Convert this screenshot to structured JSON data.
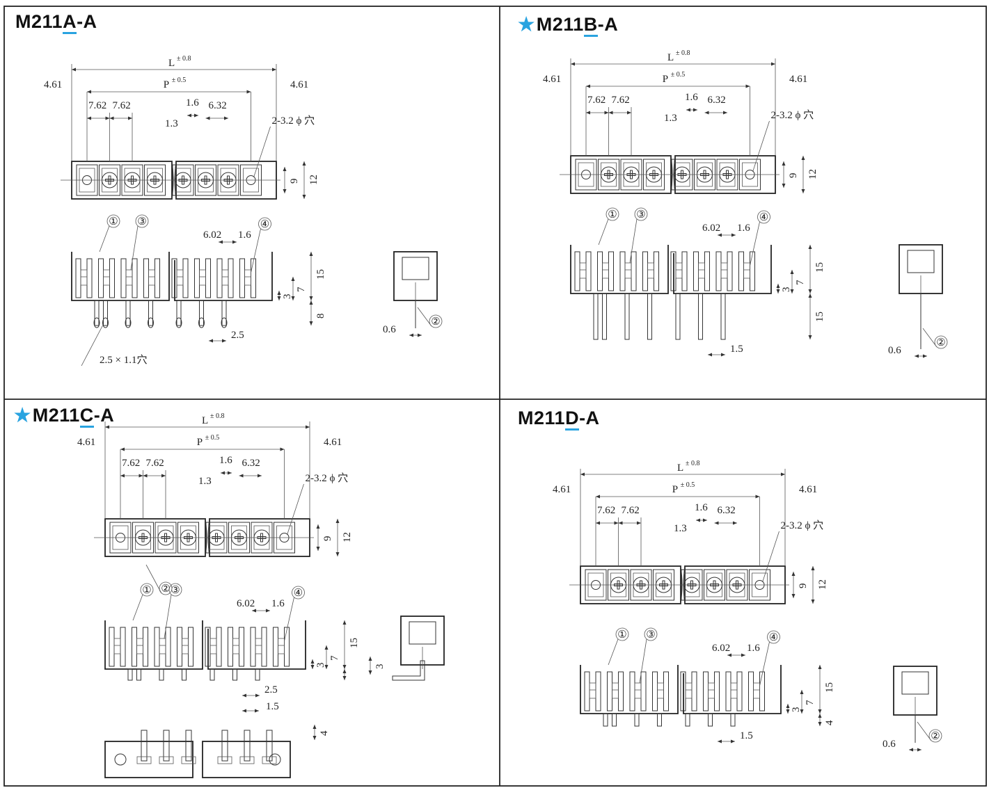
{
  "panels": [
    {
      "id": "A",
      "star": false,
      "title": {
        "prefix": "M211",
        "variant": "A",
        "suffix": "-A"
      },
      "dims": {
        "L": "L",
        "L_tol": "± 0.8",
        "P": "P",
        "P_tol": "± 0.5",
        "edge_left": "4.61",
        "edge_right": "4.61",
        "pitch1": "7.62",
        "pitch2": "7.62",
        "gap": "1.6",
        "slot": "1.3",
        "pitch3": "6.32",
        "hole": "2-3.2 ϕ 穴",
        "h9": "9",
        "h12": "12",
        "side_gap": "6.02",
        "side_gap2": "1.6",
        "h15": "15",
        "h7": "7",
        "h3": "3",
        "pin_len": "8",
        "pin_w": "2.5",
        "pin_hole": "2.5 × 1.1穴",
        "thick": "0.6",
        "c1": "①",
        "c2": "②",
        "c3": "③",
        "c4": "④"
      }
    },
    {
      "id": "B",
      "star": true,
      "title": {
        "prefix": "M211",
        "variant": "B",
        "suffix": "-A"
      },
      "dims": {
        "L": "L",
        "L_tol": "± 0.8",
        "P": "P",
        "P_tol": "± 0.5",
        "edge_left": "4.61",
        "edge_right": "4.61",
        "pitch1": "7.62",
        "pitch2": "7.62",
        "gap": "1.6",
        "slot": "1.3",
        "pitch3": "6.32",
        "hole": "2-3.2 ϕ 穴",
        "h9": "9",
        "h12": "12",
        "side_gap": "6.02",
        "side_gap2": "1.6",
        "h15": "15",
        "h7": "7",
        "h3": "3",
        "pin_len": "15",
        "pin_w": "1.5",
        "thick": "0.6",
        "c1": "①",
        "c2": "②",
        "c3": "③",
        "c4": "④"
      }
    },
    {
      "id": "C",
      "star": true,
      "title": {
        "prefix": "M211",
        "variant": "C",
        "suffix": "-A"
      },
      "dims": {
        "L": "L",
        "L_tol": "± 0.8",
        "P": "P",
        "P_tol": "± 0.5",
        "edge_left": "4.61",
        "edge_right": "4.61",
        "pitch1": "7.62",
        "pitch2": "7.62",
        "gap": "1.6",
        "slot": "1.3",
        "pitch3": "6.32",
        "hole": "2-3.2 ϕ 穴",
        "h9": "9",
        "h12": "12",
        "side_gap": "6.02",
        "side_gap2": "1.6",
        "h15": "15",
        "h7": "7",
        "h3": "3",
        "side_h3": "3",
        "pin_w": "2.5",
        "pin_w2": "1.5",
        "bottom_h": "4",
        "c1": "①",
        "c2": "②",
        "c3": "③",
        "c4": "④"
      }
    },
    {
      "id": "D",
      "star": false,
      "title": {
        "prefix": "M211",
        "variant": "D",
        "suffix": "-A"
      },
      "dims": {
        "L": "L",
        "L_tol": "± 0.8",
        "P": "P",
        "P_tol": "± 0.5",
        "edge_left": "4.61",
        "edge_right": "4.61",
        "pitch1": "7.62",
        "pitch2": "7.62",
        "gap": "1.6",
        "slot": "1.3",
        "pitch3": "6.32",
        "hole": "2-3.2 ϕ 穴",
        "h9": "9",
        "h12": "12",
        "side_gap": "6.02",
        "side_gap2": "1.6",
        "h15": "15",
        "h7": "7",
        "h3": "3",
        "pin_len": "4",
        "pin_w": "1.5",
        "thick": "0.6",
        "c1": "①",
        "c2": "②",
        "c3": "③",
        "c4": "④"
      }
    }
  ],
  "colors": {
    "accent": "#29a3e0",
    "line": "#222222"
  }
}
